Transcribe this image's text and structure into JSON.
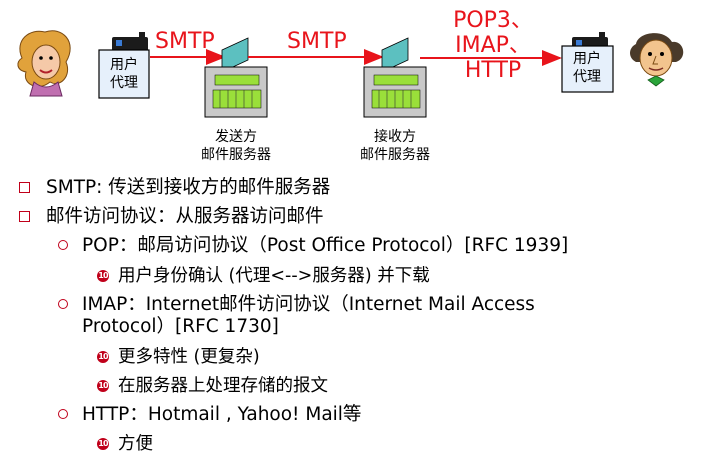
{
  "diagram": {
    "sender_agent_label": "用户\n代理",
    "receiver_agent_label": "用户\n代理",
    "arrow1_label": "SMTP",
    "arrow2_label": "SMTP",
    "arrow3_label": "POP3、\nIMAP、\nHTTP",
    "sending_server_caption": "发送方\n邮件服务器",
    "receiving_server_caption": "接收方\n邮件服务器",
    "colors": {
      "protocol_red": "#e8141b",
      "bullet_red": "#c0001a",
      "server_green": "#9adf3a",
      "agent_box_blue": "#e6f0fb"
    }
  },
  "bullets": [
    {
      "level": 1,
      "marker": "square-hollow",
      "text": "SMTP: 传送到接收方的邮件服务器"
    },
    {
      "level": 1,
      "marker": "square-hollow",
      "text": "邮件访问协议：从服务器访问邮件"
    },
    {
      "level": 2,
      "marker": "circle-hollow",
      "text": "POP：邮局访问协议（Post Office Protocol）[RFC 1939]"
    },
    {
      "level": 3,
      "marker": "circled-ten",
      "text": "用户身份确认 (代理<-->服务器) 并下载"
    },
    {
      "level": 2,
      "marker": "circle-hollow",
      "text": "IMAP：Internet邮件访问协议（Internet Mail Access"
    },
    {
      "level": 2,
      "marker": "none",
      "text": "Protocol）[RFC 1730]"
    },
    {
      "level": 3,
      "marker": "circled-ten",
      "text": "更多特性 (更复杂)"
    },
    {
      "level": 3,
      "marker": "circled-ten",
      "text": "在服务器上处理存储的报文"
    },
    {
      "level": 2,
      "marker": "circle-hollow",
      "text": "HTTP：Hotmail , Yahoo! Mail等"
    },
    {
      "level": 3,
      "marker": "circled-ten",
      "text": "方便"
    }
  ],
  "marker_glyph": "10"
}
